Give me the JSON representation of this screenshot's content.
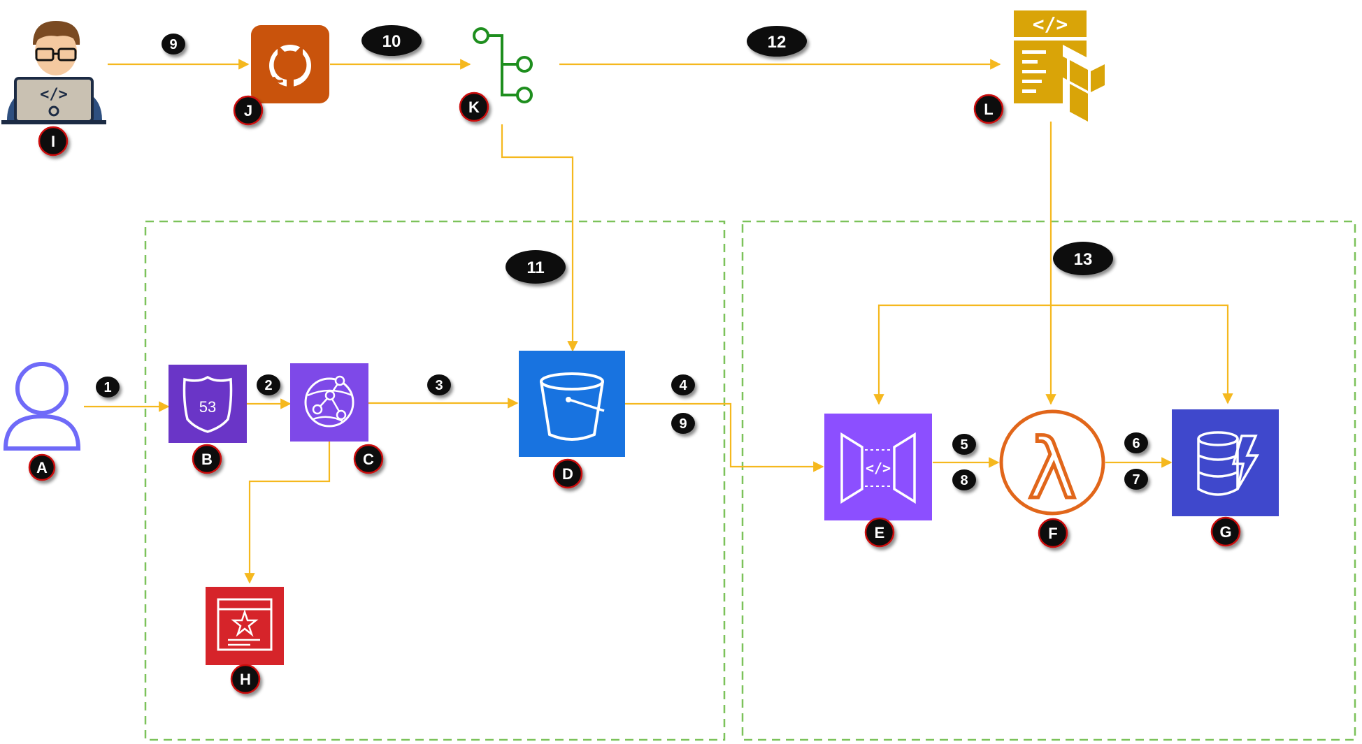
{
  "colors": {
    "arrow": "#f5b81e",
    "pipeline_line": "#1e8e1e",
    "boundary": "#7cc25a",
    "badge_fill": "#111111",
    "badge_ring": "#cc1111",
    "github_bg": "#c9530c",
    "route53_bg": "#6a35c7",
    "cloudfront_bg": "#6a35c7",
    "s3_bg": "#1873e0",
    "acm_bg": "#d6242a",
    "apigw_bg": "#8c4fff",
    "lambda": "#e1661a",
    "dynamodb_bg": "#3f48cc",
    "terraform": "#d9a408",
    "user_icon": "#6f6af8"
  },
  "icons": {
    "developer": "developer-laptop-icon",
    "github": "github-icon",
    "pipeline": "pipeline-branch-icon",
    "terraform": "terraform-icon",
    "user": "user-icon",
    "route53": "route53-icon",
    "cloudfront": "cloudfront-icon",
    "s3": "s3-bucket-icon",
    "acm": "certificate-manager-icon",
    "apigw": "api-gateway-icon",
    "lambda": "lambda-icon",
    "dynamodb": "dynamodb-icon"
  },
  "route53_label": "53",
  "code_glyph": "</>",
  "lambda_glyph": "λ",
  "badges": {
    "a": "A",
    "b": "B",
    "c": "C",
    "d": "D",
    "e": "E",
    "f": "F",
    "g": "G",
    "h": "H",
    "i": "I",
    "j": "J",
    "k": "K",
    "l": "L"
  },
  "steps": {
    "s1": "1",
    "s2": "2",
    "s3": "3",
    "s4": "4",
    "s5": "5",
    "s6": "6",
    "s7": "7",
    "s8": "8",
    "s9_bucket": "9",
    "s9_dev": "9",
    "s10": "10",
    "s11": "11",
    "s12": "12",
    "s13": "13"
  }
}
